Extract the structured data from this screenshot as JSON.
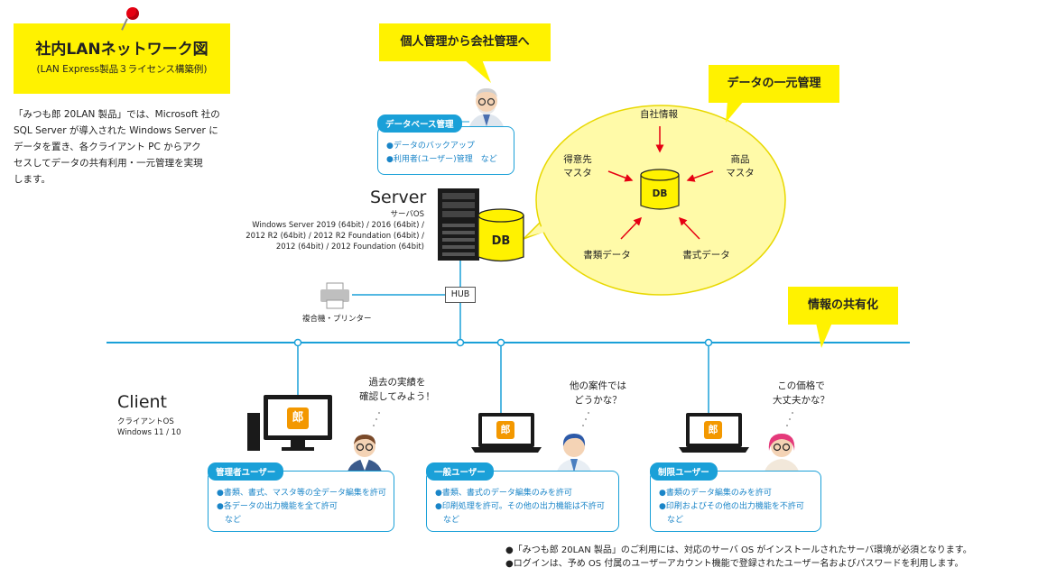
{
  "title": {
    "main": "社内LANネットワーク図",
    "sub": "(LAN Express製品３ライセンス構築例)"
  },
  "intro": [
    "「みつも郎 20LAN 製品」では、Microsoft 社の",
    "SQL Server が導入された Windows Server に",
    "データを置き、各クライアント PC からアク",
    "セスしてデータの共有利用・一元管理を実現",
    "します。"
  ],
  "bubbles": {
    "company": "個人管理から会社管理へ",
    "unify": "データの一元管理",
    "share": "情報の共有化"
  },
  "db_admin": {
    "title": "データベース管理",
    "lines": [
      "●データのバックアップ",
      "●利用者(ユーザー)管理　など"
    ]
  },
  "db_nodes": {
    "self": "自社情報",
    "customer": [
      "得意先",
      "マスタ"
    ],
    "product": [
      "商品",
      "マスタ"
    ],
    "doctype": "書類データ",
    "format": "書式データ",
    "db": "DB"
  },
  "server": {
    "label": "Server",
    "os_lines": [
      "サーバOS",
      "Windows Server 2019 (64bit) / 2016 (64bit) /",
      "2012 R2 (64bit) / 2012 R2 Foundation (64bit) /",
      "2012 (64bit) / 2012 Foundation (64bit)"
    ],
    "db": "DB"
  },
  "hub": "HUB",
  "printer": "複合機・プリンター",
  "client": {
    "label": "Client",
    "os_lines": [
      "クライアントOS",
      "Windows 11 / 10"
    ]
  },
  "app_icon": "郎",
  "speech": {
    "admin": [
      "過去の実績を",
      "確認してみよう！"
    ],
    "general": [
      "他の案件では",
      "どうかな？"
    ],
    "limited": [
      "この価格で",
      "大丈夫かな？"
    ]
  },
  "users": [
    {
      "title": "管理者ユーザー",
      "lines": [
        "●書類、書式、マスタ等の全データ編集を許可",
        "●各データの出力機能を全て許可",
        "　など"
      ]
    },
    {
      "title": "一般ユーザー",
      "lines": [
        "●書類、書式のデータ編集のみを許可",
        "●印刷処理を許可。その他の出力機能は不許可",
        "　など"
      ]
    },
    {
      "title": "制限ユーザー",
      "lines": [
        "●書類のデータ編集のみを許可",
        "●印刷およびその他の出力機能を不許可",
        "　など"
      ]
    }
  ],
  "footnotes": [
    "●「みつも郎 20LAN 製品」のご利用には、対応のサーバ OS がインストールされたサーバ環境が必須となります。",
    "●ログインは、予め OS 付属のユーザーアカウント機能で登録されたユーザー名およびパスワードを利用します。"
  ],
  "colors": {
    "accent": "#1aa0d8",
    "yellow": "#fff200",
    "pale_yellow": "#fffaa8",
    "red": "#e60012"
  }
}
